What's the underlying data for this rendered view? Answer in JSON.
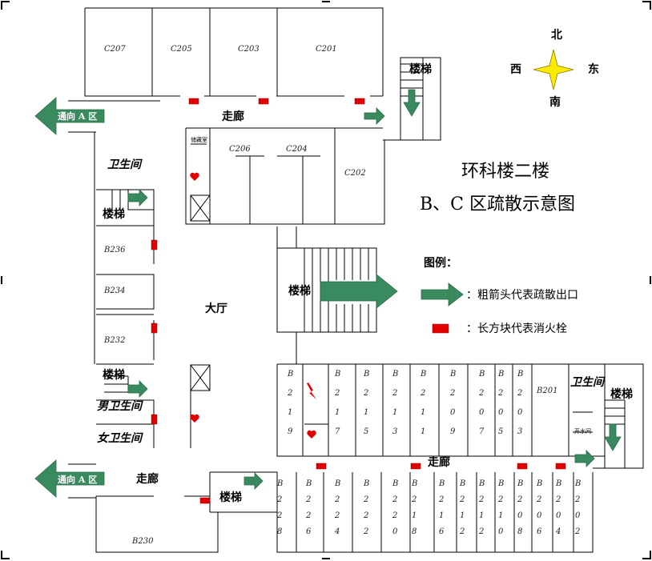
{
  "title": {
    "line1": "环科楼二楼",
    "line2": "B、C 区疏散示意图"
  },
  "compass": {
    "north": "北",
    "south": "南",
    "east": "东",
    "west": "西"
  },
  "legend": {
    "heading": "图例：",
    "arrow_text": "：粗箭头代表疏散出口",
    "block_text": "：长方块代表消火栓",
    "arrow_color": "#3a8a5f",
    "block_color": "#e00000"
  },
  "exit_arrows": {
    "to_a_upper": "通向 A 区",
    "to_a_lower": "通向 A 区"
  },
  "labels": {
    "corridor_top": "走廊",
    "corridor_bottom": "走廊",
    "hall": "大厅",
    "stairs_top_right": "楼梯",
    "stairs_left_upper": "楼梯",
    "stairs_center": "楼梯",
    "stairs_left_lower": "楼梯",
    "stairs_bottom": "楼梯",
    "stairs_right": "楼梯",
    "wc_left_upper": "卫生间",
    "wc_male": "男卫生间",
    "wc_female": "女卫生间",
    "wc_right": "卫生间",
    "water_room": "开水间",
    "small_room": "储藏室"
  },
  "rooms": {
    "c207": "C207",
    "c205": "C205",
    "c203": "C203",
    "c201": "C201",
    "c206": "C206",
    "c204": "C204",
    "c202": "C202",
    "b236": "B236",
    "b234": "B234",
    "b232": "B232",
    "b230": "B230",
    "b201": "B201"
  },
  "vertical_rooms_upper": [
    [
      "B",
      "2",
      "1",
      "9"
    ],
    [
      "B",
      "2",
      "1",
      "7"
    ],
    [
      "B",
      "2",
      "1",
      "5"
    ],
    [
      "B",
      "2",
      "1",
      "3"
    ],
    [
      "B",
      "2",
      "1",
      "1"
    ],
    [
      "B",
      "2",
      "0",
      "9"
    ],
    [
      "B",
      "2",
      "0",
      "7"
    ],
    [
      "B",
      "2",
      "0",
      "5"
    ],
    [
      "B",
      "2",
      "0",
      "3"
    ]
  ],
  "vertical_rooms_lower": [
    [
      "B",
      "2",
      "2",
      "8"
    ],
    [
      "B",
      "2",
      "2",
      "6"
    ],
    [
      "B",
      "2",
      "2",
      "4"
    ],
    [
      "B",
      "2",
      "2",
      "2"
    ],
    [
      "B",
      "2",
      "2",
      "0"
    ],
    [
      "B",
      "2",
      "1",
      "8"
    ],
    [
      "B",
      "2",
      "1",
      "6"
    ],
    [
      "B",
      "2",
      "1",
      "2"
    ],
    [
      "B",
      "2",
      "1",
      "2"
    ],
    [
      "B",
      "2",
      "1",
      "0"
    ],
    [
      "B",
      "2",
      "0",
      "8"
    ],
    [
      "B",
      "2",
      "0",
      "6"
    ],
    [
      "B",
      "2",
      "0",
      "4"
    ],
    [
      "B",
      "2",
      "0",
      "2"
    ]
  ]
}
